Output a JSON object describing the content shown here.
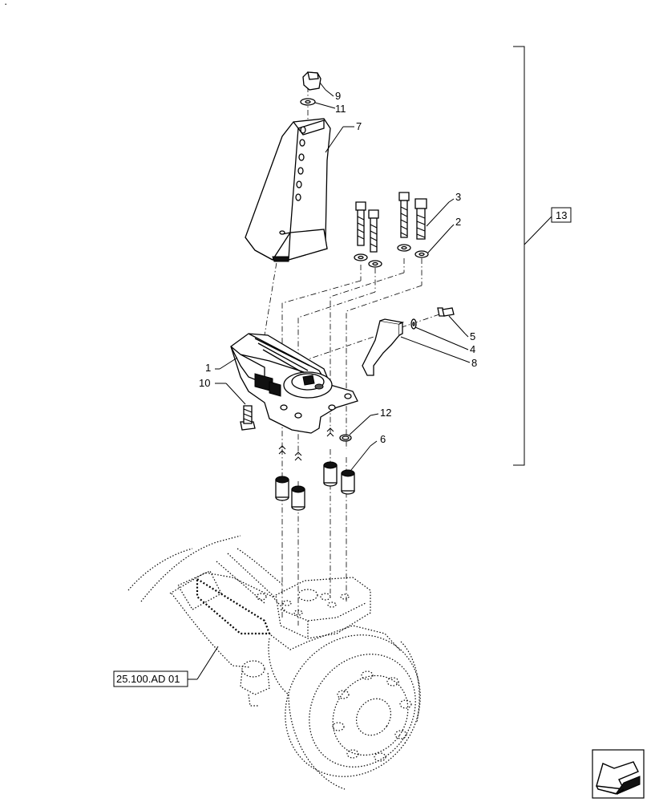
{
  "callouts": {
    "c1": "1",
    "c2": "2",
    "c3": "3",
    "c4": "4",
    "c5": "5",
    "c6": "6",
    "c7": "7",
    "c8": "8",
    "c9": "9",
    "c10": "10",
    "c11": "11",
    "c12": "12",
    "c13": "13"
  },
  "reference_label": "25.100.AD 01",
  "corner_mark": "·",
  "icons": {
    "navigation": "arrow-icon"
  }
}
